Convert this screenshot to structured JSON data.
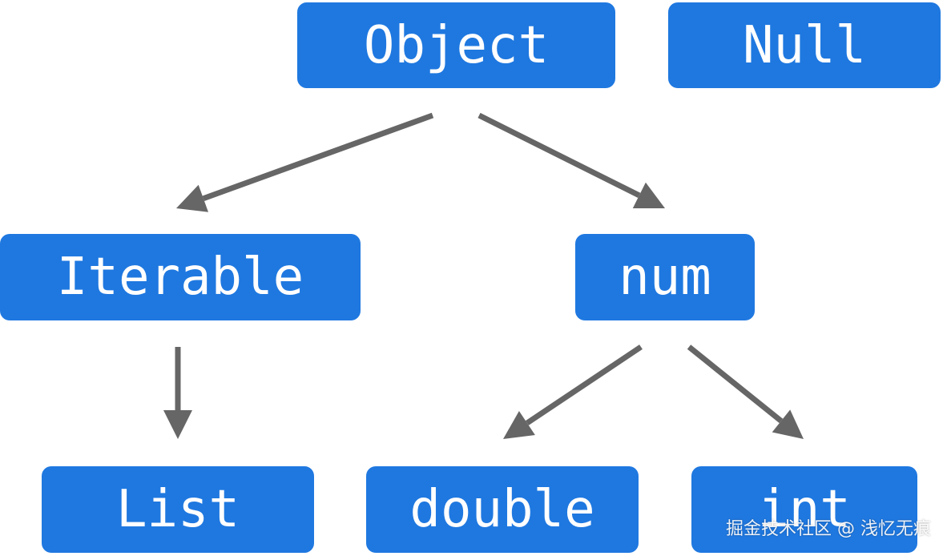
{
  "colors": {
    "node": "#1f78e0",
    "edge": "#666666"
  },
  "nodes": {
    "object": "Object",
    "null": "Null",
    "iterable": "Iterable",
    "num": "num",
    "list": "List",
    "double": "double",
    "int": "int"
  },
  "edges": [
    {
      "from": "object",
      "to": "iterable"
    },
    {
      "from": "object",
      "to": "num"
    },
    {
      "from": "iterable",
      "to": "list"
    },
    {
      "from": "num",
      "to": "double"
    },
    {
      "from": "num",
      "to": "int"
    }
  ],
  "watermark": "掘金技术社区 @ 浅忆无痕"
}
